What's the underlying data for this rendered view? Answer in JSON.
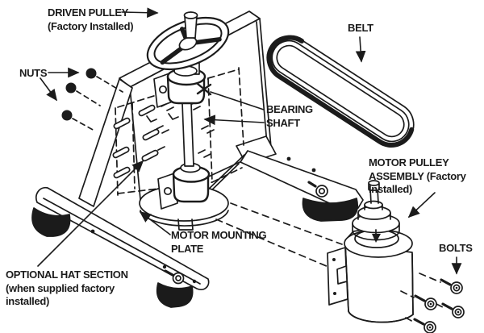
{
  "colors": {
    "background": "#ffffff",
    "ink": "#1b1b1b"
  },
  "labels": {
    "driven_pulley": {
      "line1": "DRIVEN PULLEY",
      "line2": "(Factory Installed)"
    },
    "nuts": {
      "line1": "NUTS"
    },
    "belt": {
      "line1": "BELT"
    },
    "bearing_shaft": {
      "line1": "BEARING",
      "line2": "SHAFT"
    },
    "motor_pulley_assembly": {
      "line1": "MOTOR PULLEY",
      "line2": "ASSEMBLY (Factory",
      "line3": "Installed)"
    },
    "motor_mounting_plate": {
      "line1": "MOTOR MOUNTING",
      "line2": "PLATE"
    },
    "optional_hat_section": {
      "line1": "OPTIONAL HAT SECTION",
      "line2": "(when supplied factory",
      "line3": "installed)"
    },
    "bolts": {
      "line1": "BOLTS"
    }
  }
}
